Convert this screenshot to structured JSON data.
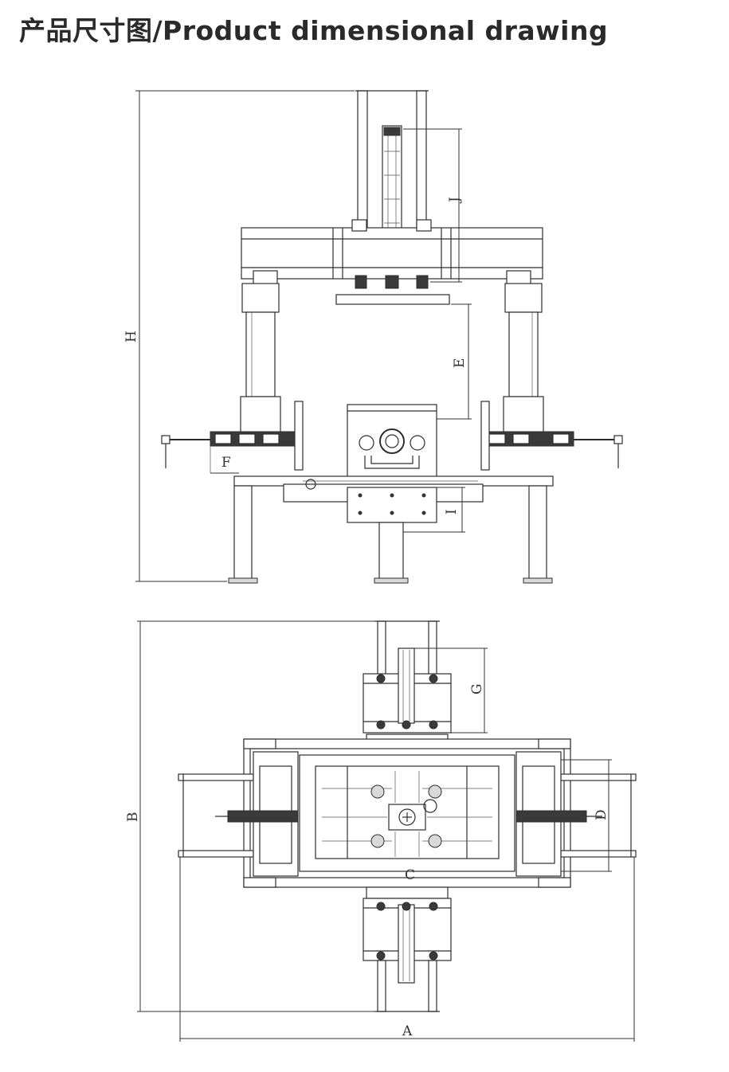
{
  "title": "产品尺寸图/Product dimensional drawing",
  "dimension_labels": {
    "H": "H",
    "J": "J",
    "E": "E",
    "F": "F",
    "I": "I",
    "A": "A",
    "B": "B",
    "C": "C",
    "D": "D",
    "G": "G"
  },
  "colors": {
    "line": "#2e2e2e",
    "background": "#ffffff",
    "title": "#2a2a2a"
  }
}
